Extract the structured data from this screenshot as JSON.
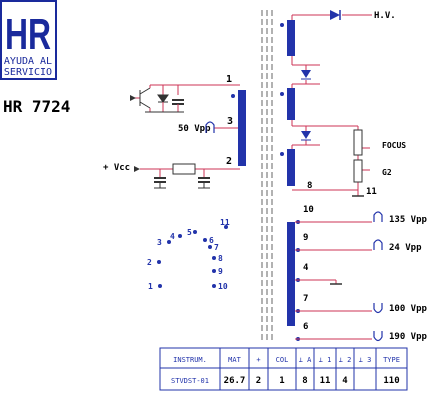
{
  "logo": {
    "letters": "HR",
    "line1": "AYUDA AL",
    "line2": "SERVICIO"
  },
  "model": "HR 7724",
  "colors": {
    "blue": "#2233aa",
    "wire": "#cc3355",
    "logo": "#1a2a9c"
  },
  "primary": {
    "pin1": "1",
    "pin2": "2",
    "pin3": "3",
    "pulse_label": "50 Vpp",
    "vcc_label": "+ Vcc"
  },
  "secondary": {
    "hv_label": "H.V.",
    "focus_label": "FOCUS",
    "g2_label": "G2",
    "pin8": "8",
    "pin11": "11"
  },
  "windings": [
    {
      "pin": "10",
      "label": "135 Vpp",
      "pulse": "positive"
    },
    {
      "pin": "9",
      "label": "24 Vpp",
      "pulse": "positive"
    },
    {
      "pin": "4",
      "label": "",
      "pulse": "ground"
    },
    {
      "pin": "7",
      "label": "100 Vpp",
      "pulse": "negative"
    },
    {
      "pin": "6",
      "label": "190 Vpp",
      "pulse": "negative"
    }
  ],
  "pinout": [
    "1",
    "2",
    "3",
    "4",
    "5",
    "6",
    "7",
    "8",
    "9",
    "10",
    "11"
  ],
  "table": {
    "headers": [
      "INSTRUM.",
      "MAT",
      "+",
      "COL",
      "⊥ A",
      "⊥ 1",
      "⊥ 2",
      "⊥ 3",
      "TYPE"
    ],
    "values": [
      "STVDST-01",
      "26.7",
      "2",
      "1",
      "8",
      "11",
      "4",
      "",
      "110"
    ]
  }
}
